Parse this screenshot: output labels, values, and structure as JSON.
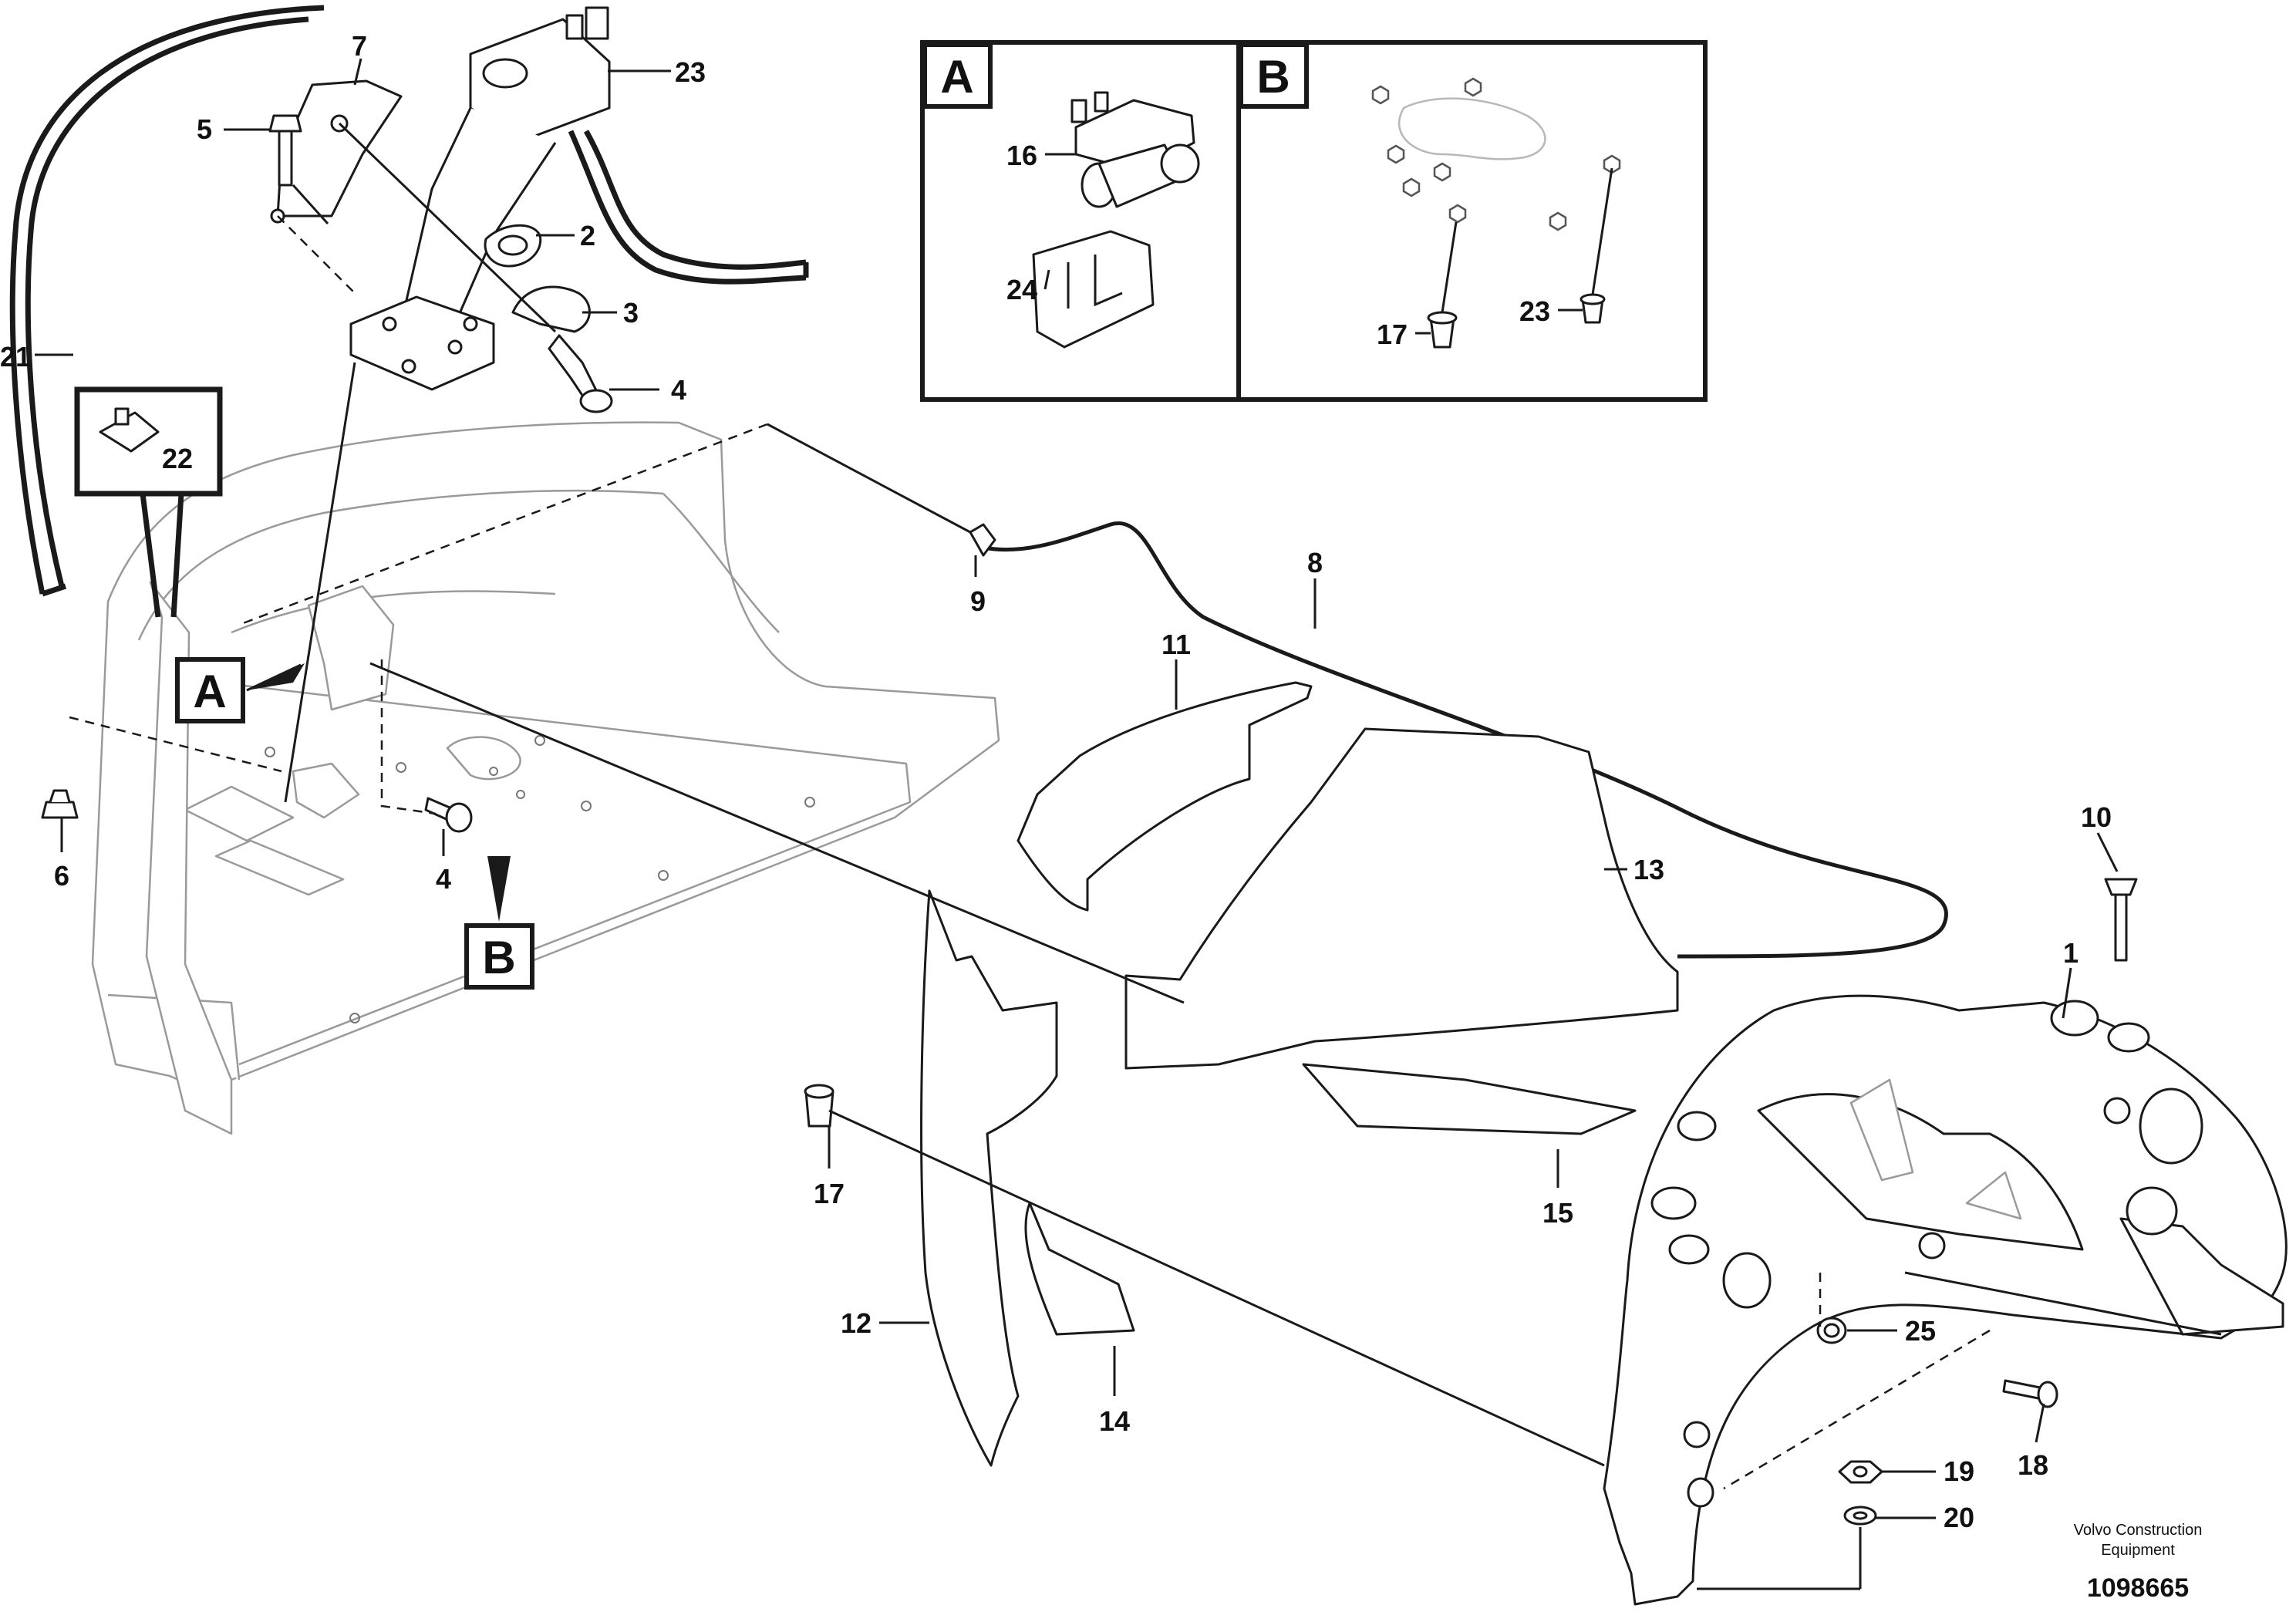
{
  "inset_labels": {
    "a": "A",
    "b": "B"
  },
  "view_markers": {
    "a": "A",
    "b": "B"
  },
  "callouts": {
    "p1": "1",
    "p2": "2",
    "p3": "3",
    "p4a": "4",
    "p4b": "4",
    "p5": "5",
    "p6": "6",
    "p7": "7",
    "p8": "8",
    "p9": "9",
    "p10": "10",
    "p11": "11",
    "p12": "12",
    "p13": "13",
    "p14": "14",
    "p15": "15",
    "p16": "16",
    "p17a": "17",
    "p17b": "17",
    "p18": "18",
    "p19": "19",
    "p20": "20",
    "p21": "21",
    "p22": "22",
    "p23a": "23",
    "p23b": "23",
    "p24": "24",
    "p25": "25"
  },
  "footer": {
    "company_line1": "Volvo Construction",
    "company_line2": "Equipment",
    "doc_number": "1098665"
  }
}
